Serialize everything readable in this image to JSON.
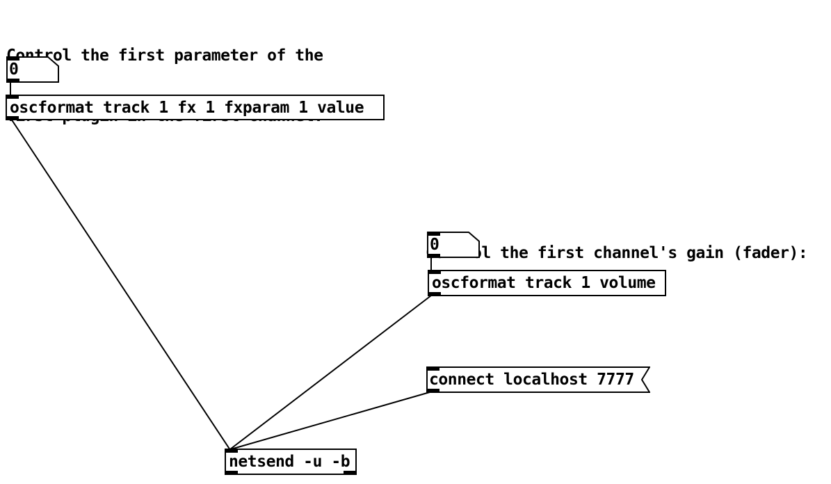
{
  "app": {
    "name": "Pure Data patch canvas",
    "background_color": "#ffffff",
    "foreground_color": "#000000"
  },
  "comments": [
    {
      "lines": [
        "Control the first parameter of the",
        "first plugin in the first channel:"
      ]
    },
    {
      "lines": [
        "Control the first channel's gain (fader):"
      ]
    }
  ],
  "number_boxes": [
    {
      "value": "0"
    },
    {
      "value": "0"
    }
  ],
  "object_boxes": [
    {
      "text": "oscformat track 1 fx 1 fxparam 1 value"
    },
    {
      "text": "oscformat track 1 volume"
    },
    {
      "text": "netsend -u -b"
    }
  ],
  "message_boxes": [
    {
      "text": "connect localhost 7777"
    }
  ]
}
